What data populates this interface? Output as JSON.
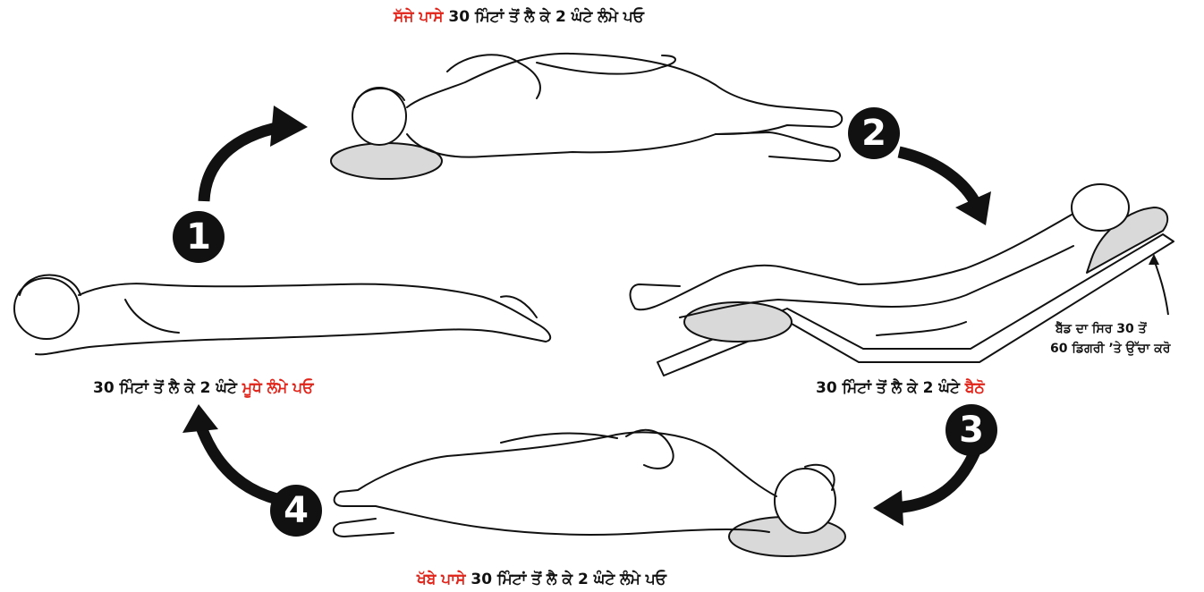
{
  "steps": [
    {
      "number": "1",
      "highlight": "ਮੂਧੇ ਲੰਮੇ ਪਓ",
      "text": "30 ਮਿੰਟਾਂ ਤੋਂ ਲੈ ਕੇ 2 ਘੰਟੇ"
    },
    {
      "number": "2",
      "highlight": "ਸੱਜੇ ਪਾਸੇ",
      "text": "30 ਮਿੰਟਾਂ ਤੋਂ ਲੈ ਕੇ 2 ਘੰਟੇ ਲੰਮੇ ਪਓ"
    },
    {
      "number": "3",
      "highlight": "ਬੈਠੋ",
      "text": "30 ਮਿੰਟਾਂ ਤੋਂ ਲੈ ਕੇ 2 ਘੰਟੇ"
    },
    {
      "number": "4",
      "highlight": "ਖੱਬੇ ਪਾਸੇ",
      "text": "30 ਮਿੰਟਾਂ ਤੋਂ ਲੈ ਕੇ 2 ਘੰਟੇ ਲੰਮੇ ਪਓ"
    }
  ],
  "bed_note": {
    "line1": "ਬੈੱਡ ਦਾ ਸਿਰ 30 ਤੋਂ",
    "line2": "60 ਡਿਗਰੀ ’ਤੇ ਉੱਚਾ ਕਰੋ"
  },
  "colors": {
    "highlight": "#e1251b",
    "ink": "#111111",
    "pillow": "#d9d9d9"
  }
}
